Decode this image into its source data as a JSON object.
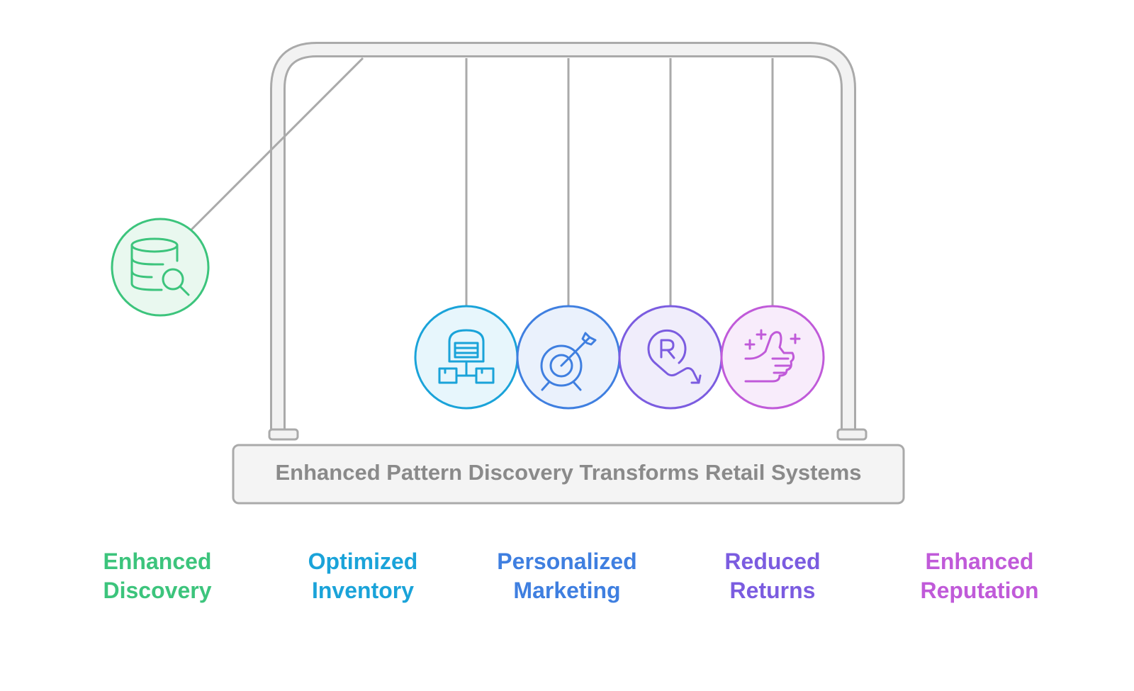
{
  "title": "Enhanced Pattern Discovery Transforms Retail Systems",
  "balls": [
    {
      "id": "discovery",
      "icon": "database-search-icon",
      "color": "#3cc47c",
      "fill": "#e9f8ef",
      "label_lines": [
        "Enhanced",
        "Discovery"
      ]
    },
    {
      "id": "inventory",
      "icon": "warehouse-icon",
      "color": "#1aa3d9",
      "fill": "#e7f6fc",
      "label_lines": [
        "Optimized",
        "Inventory"
      ]
    },
    {
      "id": "marketing",
      "icon": "target-arrow-icon",
      "color": "#3f7fe0",
      "fill": "#eaf1fc",
      "label_lines": [
        "Personalized",
        "Marketing"
      ]
    },
    {
      "id": "returns",
      "icon": "returns-icon",
      "color": "#7b5ce0",
      "fill": "#f0edfb",
      "label_lines": [
        "Reduced",
        "Returns"
      ]
    },
    {
      "id": "reputation",
      "icon": "thumbs-up-icon",
      "color": "#c05ad9",
      "fill": "#f8ecfb",
      "label_lines": [
        "Enhanced",
        "Reputation"
      ]
    }
  ]
}
